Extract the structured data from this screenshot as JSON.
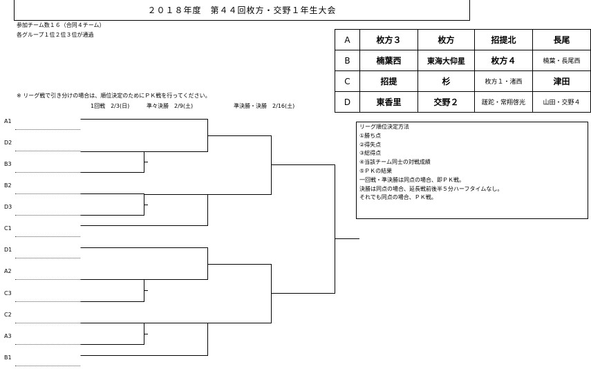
{
  "title": "２０１８年度　第４４回枚方・交野１年生大会",
  "notes": {
    "participants": "参加チーム数１６（合同４チーム）",
    "advance": "各グループ１位２位３位が通過",
    "pk_note": "※ リーグ戦で引き分けの場合は、順位決定のためにＰＫ戦を行ってください。"
  },
  "schedule": {
    "round1": "1回戦　2/3(日)",
    "quarter": "準々決勝　2/9(土)",
    "semi_final": "準決勝・決勝　2/16(土)"
  },
  "groups": [
    {
      "label": "A",
      "teams": [
        "枚方３",
        "枚方",
        "招提北",
        "長尾"
      ]
    },
    {
      "label": "B",
      "teams": [
        "楠葉西",
        "東海大仰星",
        "枚方４",
        "楠葉・長尾西"
      ]
    },
    {
      "label": "C",
      "teams": [
        "招提",
        "杉",
        "枚方１・渚西",
        "津田"
      ]
    },
    {
      "label": "D",
      "teams": [
        "東香里",
        "交野２",
        "蹉跎・常翔啓光",
        "山田・交野４"
      ]
    }
  ],
  "bracket_slots": [
    "A1",
    "D2",
    "B3",
    "B2",
    "D3",
    "C1",
    "D1",
    "A2",
    "C3",
    "C2",
    "A3",
    "B1"
  ],
  "rules": [
    "リーグ順位決定方法",
    "①勝ち点",
    "②得失点",
    "③総得点",
    "④当該チーム同士の対戦成績",
    "⑤ＰＫの結果",
    "一回戦・準決勝は同点の場合、即ＰＫ戦。",
    "決勝は同点の場合、延長戦前後半５分ハーフタイムなし。",
    "それでも同点の場合、ＰＫ戦。"
  ]
}
